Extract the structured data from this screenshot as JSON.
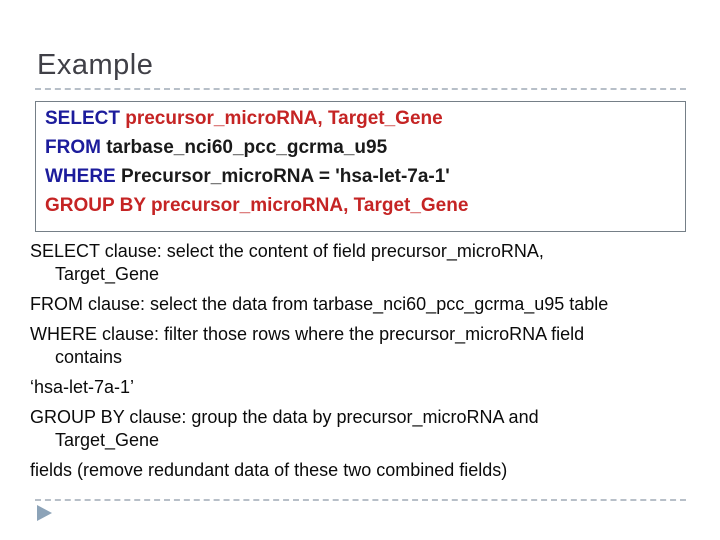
{
  "slide": {
    "title": "Example",
    "sql_box": {
      "lines": [
        {
          "parts": [
            {
              "text": "SELECT",
              "color": "blue"
            },
            {
              "text": " precursor_microRNA, Target_Gene",
              "color": "red"
            }
          ]
        },
        {
          "parts": [
            {
              "text": "FROM",
              "color": "blue"
            },
            {
              "text": " tarbase_nci60_pcc_gcrma_u95",
              "color": "black"
            }
          ]
        },
        {
          "parts": [
            {
              "text": "WHERE",
              "color": "blue"
            },
            {
              "text": " Precursor_microRNA = 'hsa-let-7a-1'",
              "color": "black"
            }
          ]
        },
        {
          "parts": [
            {
              "text": "GROUP BY",
              "color": "red"
            },
            {
              "text": " precursor_microRNA, Target_Gene",
              "color": "red"
            }
          ]
        }
      ]
    },
    "body": {
      "lines": [
        "SELECT clause: select the content of field precursor_microRNA,",
        "Target_Gene",
        "FROM clause:  select the data from tarbase_nci60_pcc_gcrma_u95 table",
        "WHERE clause: filter those rows where the precursor_microRNA field",
        "contains",
        "‘hsa-let-7a-1’",
        "GROUP BY clause: group the data by precursor_microRNA and",
        "Target_Gene",
        "fields  (remove redundant data of these two combined fields)"
      ]
    },
    "colors": {
      "keyword_blue": "#1c1c9c",
      "field_red": "#c52424",
      "title_gray": "#404047",
      "dashed_rule_gray": "#b7bfc8",
      "box_border_gray": "#757f87",
      "bullet_blue_gray": "#8ca3b8"
    }
  }
}
